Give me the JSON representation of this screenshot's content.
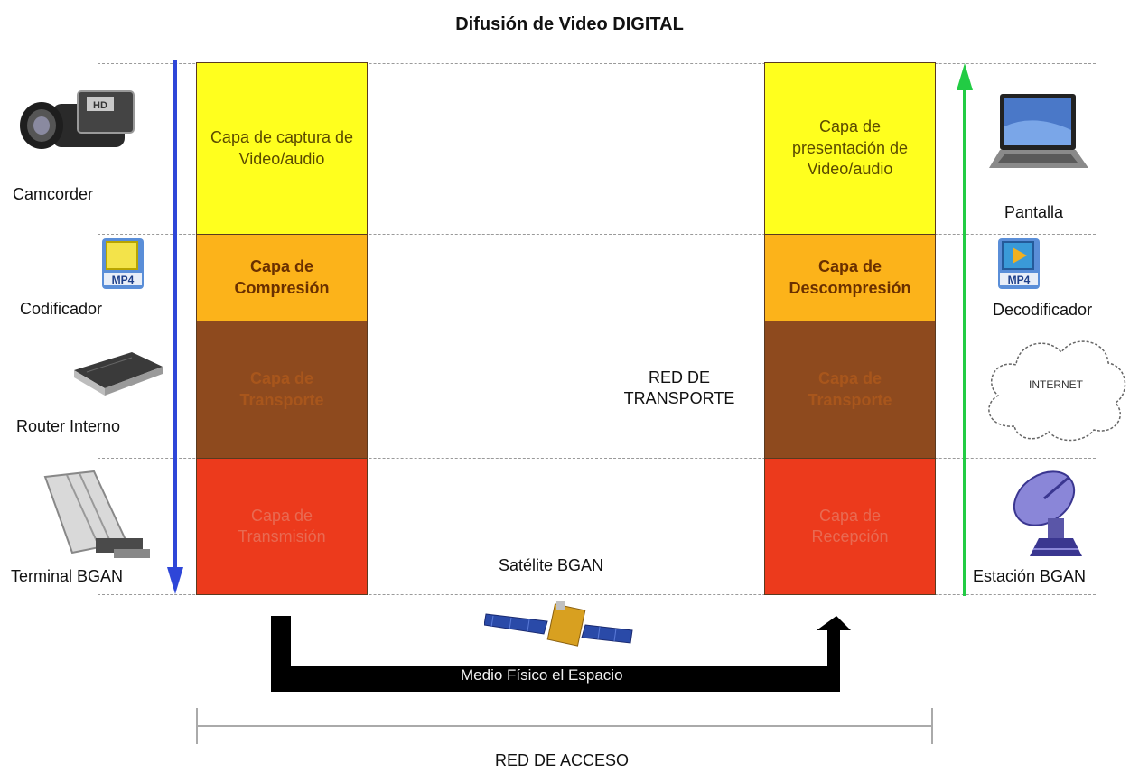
{
  "title": "Difusión de Video DIGITAL",
  "left_stack": {
    "layers": [
      {
        "label": "Capa de captura de Video/audio",
        "color": "#ffff1e"
      },
      {
        "label": "Capa de Compresión",
        "color": "#fcb31a"
      },
      {
        "label": "Capa de Transporte",
        "color": "#8e4a1e"
      },
      {
        "label": "Capa de Transmisión",
        "color": "#ec3a1c"
      }
    ]
  },
  "right_stack": {
    "layers": [
      {
        "label": "Capa de presentación de Video/audio",
        "color": "#ffff1e"
      },
      {
        "label": "Capa de Descompresión",
        "color": "#fcb31a"
      },
      {
        "label": "Capa de Transporte",
        "color": "#8e4a1e"
      },
      {
        "label": "Capa de Recepción",
        "color": "#ec3a1c"
      }
    ]
  },
  "left_devices": {
    "camcorder": "Camcorder",
    "codificador": "Codificador",
    "router": "Router Interno",
    "terminal": "Terminal BGAN",
    "mp4_badge": "MP4",
    "hd_badge": "HD"
  },
  "right_devices": {
    "pantalla": "Pantalla",
    "decodificador": "Decodificador",
    "internet": "INTERNET",
    "estacion": "Estación BGAN",
    "mp4_badge": "MP4"
  },
  "center": {
    "red_transporte_line1": "RED DE",
    "red_transporte_line2": "TRANSPORTE",
    "satelite": "Satélite BGAN",
    "medio_fisico": "Medio Físico el Espacio",
    "red_acceso": "RED DE ACCESO"
  },
  "colors": {
    "down_arrow": "#2e46d8",
    "up_arrow": "#22cc44"
  }
}
